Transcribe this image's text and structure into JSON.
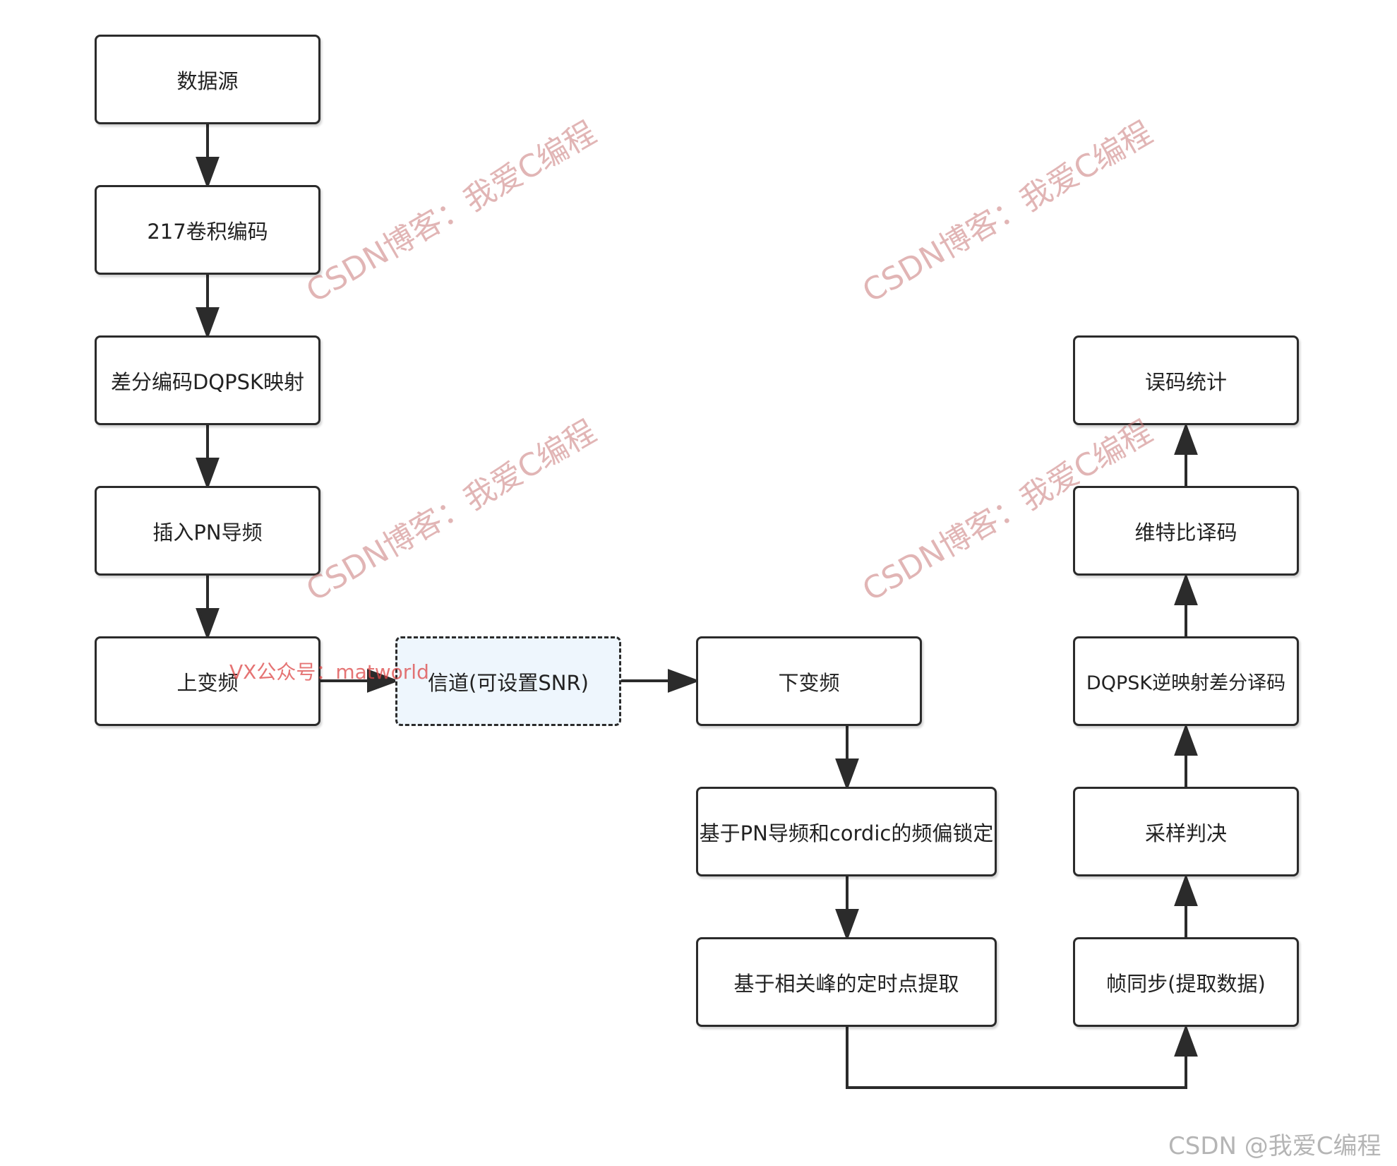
{
  "nodes": {
    "source": "数据源",
    "conv_encode": "217卷积编码",
    "diff_encode_map": "差分编码DQPSK映射",
    "insert_pn": "插入PN导频",
    "upconvert": "上变频",
    "channel": "信道(可设置SNR)",
    "downconvert": "下变频",
    "freq_lock": "基于PN导频和cordic的频偏锁定",
    "timing_extract": "基于相关峰的定时点提取",
    "frame_sync": "帧同步(提取数据)",
    "sample_decide": "采样判决",
    "demap_diff_decode": "DQPSK逆映射差分译码",
    "viterbi": "维特比译码",
    "ber_stats": "误码统计"
  },
  "watermarks": {
    "blog": "CSDN博客：我爱C编程",
    "vx": "VX公众号：matworld",
    "corner": "CSDN @我爱C编程"
  },
  "colors": {
    "stroke": "#2b2b2b",
    "channel_fill": "#eef6fd"
  }
}
